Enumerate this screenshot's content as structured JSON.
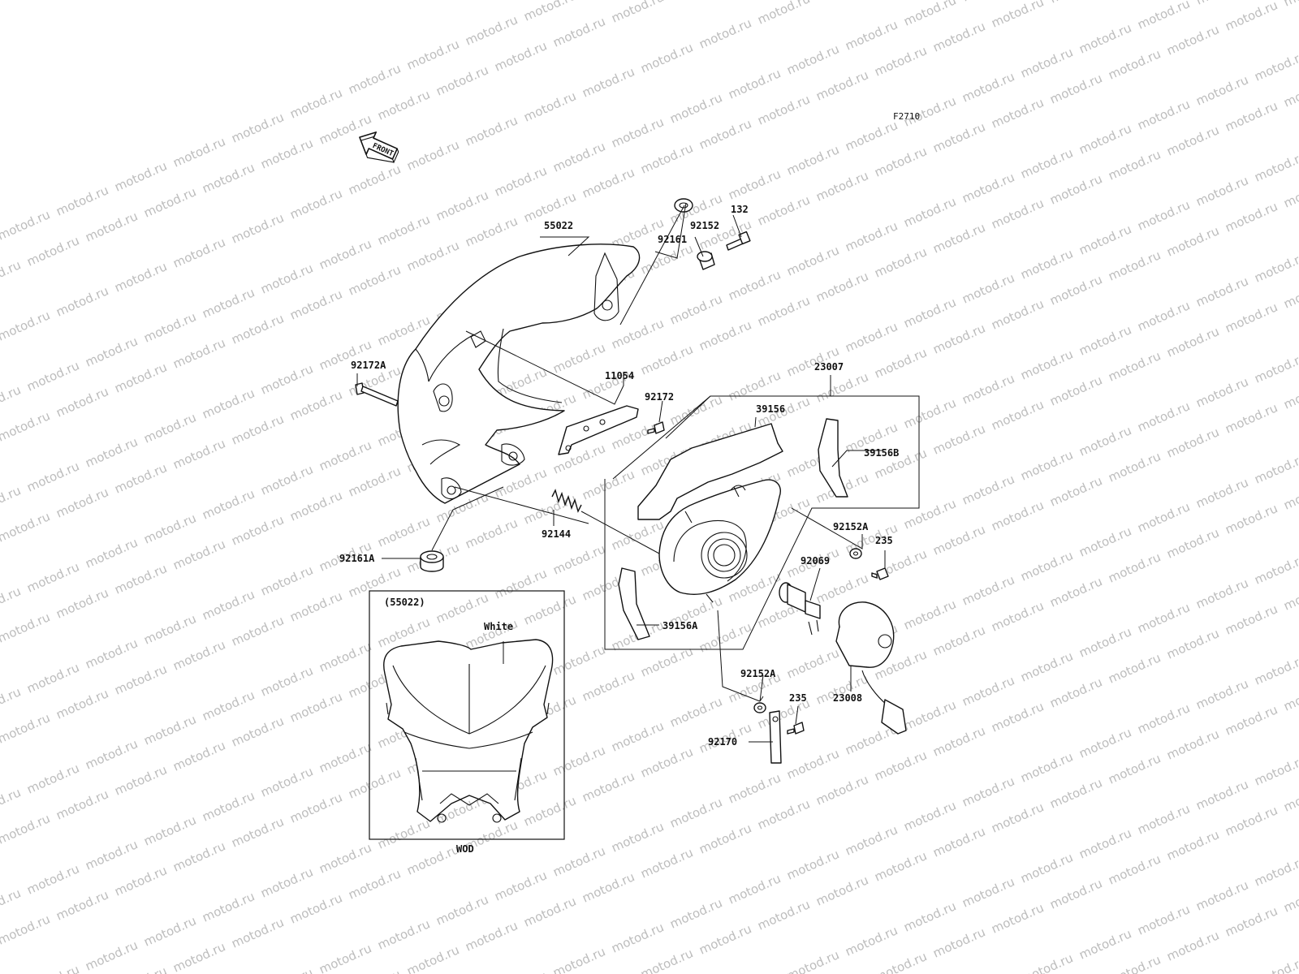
{
  "figure_code": "F2710",
  "front_marker": "FRONT",
  "watermark": "motod.ru",
  "parts": [
    {
      "id": "55022",
      "label": "55022"
    },
    {
      "id": "92161",
      "label": "92161"
    },
    {
      "id": "92152",
      "label": "92152"
    },
    {
      "id": "132",
      "label": "132"
    },
    {
      "id": "92172A",
      "label": "92172A"
    },
    {
      "id": "11054",
      "label": "11054"
    },
    {
      "id": "92172",
      "label": "92172"
    },
    {
      "id": "23007",
      "label": "23007"
    },
    {
      "id": "39156",
      "label": "39156"
    },
    {
      "id": "39156B",
      "label": "39156B"
    },
    {
      "id": "92144",
      "label": "92144"
    },
    {
      "id": "92152A-top",
      "label": "92152A"
    },
    {
      "id": "235-top",
      "label": "235"
    },
    {
      "id": "92069",
      "label": "92069"
    },
    {
      "id": "92161A",
      "label": "92161A"
    },
    {
      "id": "39156A",
      "label": "39156A"
    },
    {
      "id": "92152A-bottom",
      "label": "92152A"
    },
    {
      "id": "235-bottom",
      "label": "235"
    },
    {
      "id": "23008",
      "label": "23008"
    },
    {
      "id": "92170",
      "label": "92170"
    }
  ],
  "inset": {
    "reference": "(55022)",
    "color_note": "White",
    "variant": "WOD"
  }
}
